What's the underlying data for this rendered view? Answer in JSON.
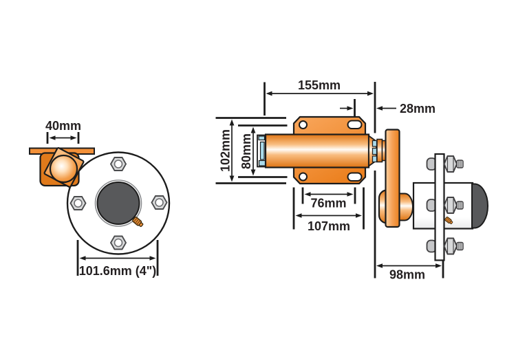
{
  "diagram": {
    "description": "Trailer suspension unit technical drawing, end view and side view with dimensions",
    "left_view": {
      "label_bracket_width": "40mm",
      "label_pcd": "101.6mm (4\")"
    },
    "right_view": {
      "label_length": "155mm",
      "label_offset": "28mm",
      "label_plate_height": "102mm",
      "label_hole_spacing_vertical": "80mm",
      "label_hole_spacing_horizontal": "76mm",
      "label_plate_width": "107mm",
      "label_hub_offset": "98mm"
    }
  },
  "colors": {
    "background": "#ffffff",
    "outline": "#1c1c1c",
    "text": "#231f20",
    "tube_edge": "#de7413",
    "tube_mid": "#f9bd80",
    "tube_highlight": "#fffcf7",
    "arm_light": "#fdd3a2",
    "arm_mid": "#f5a055",
    "arm_dark": "#ea811f",
    "plate_light": "#f9a75d",
    "plate_dark": "#ec8120",
    "square_light": "#fbc68d",
    "square_dark": "#ec8222",
    "bar_orange": "#f29039",
    "bracket_orange": "#e07a1b",
    "circle_hot": "#ffffff",
    "circle_warm": "#ffe2bf",
    "circle_mid": "#f29d4b",
    "circle_edge": "#e87d16",
    "rubber_blue": "#abdcec",
    "cap_gray": "#58595b",
    "steel_light": "#d9dadb",
    "steel_mid": "#c6c7c9",
    "steel_stroke": "#414042",
    "ring_gray": "#8a8c8f",
    "hub_white": "#ffffff",
    "hub_shade": "#e9eaeb",
    "flange_shade": "#e6e7e8",
    "nipple_orange": "#f0923a",
    "nipple_stroke": "#3b2b10"
  }
}
